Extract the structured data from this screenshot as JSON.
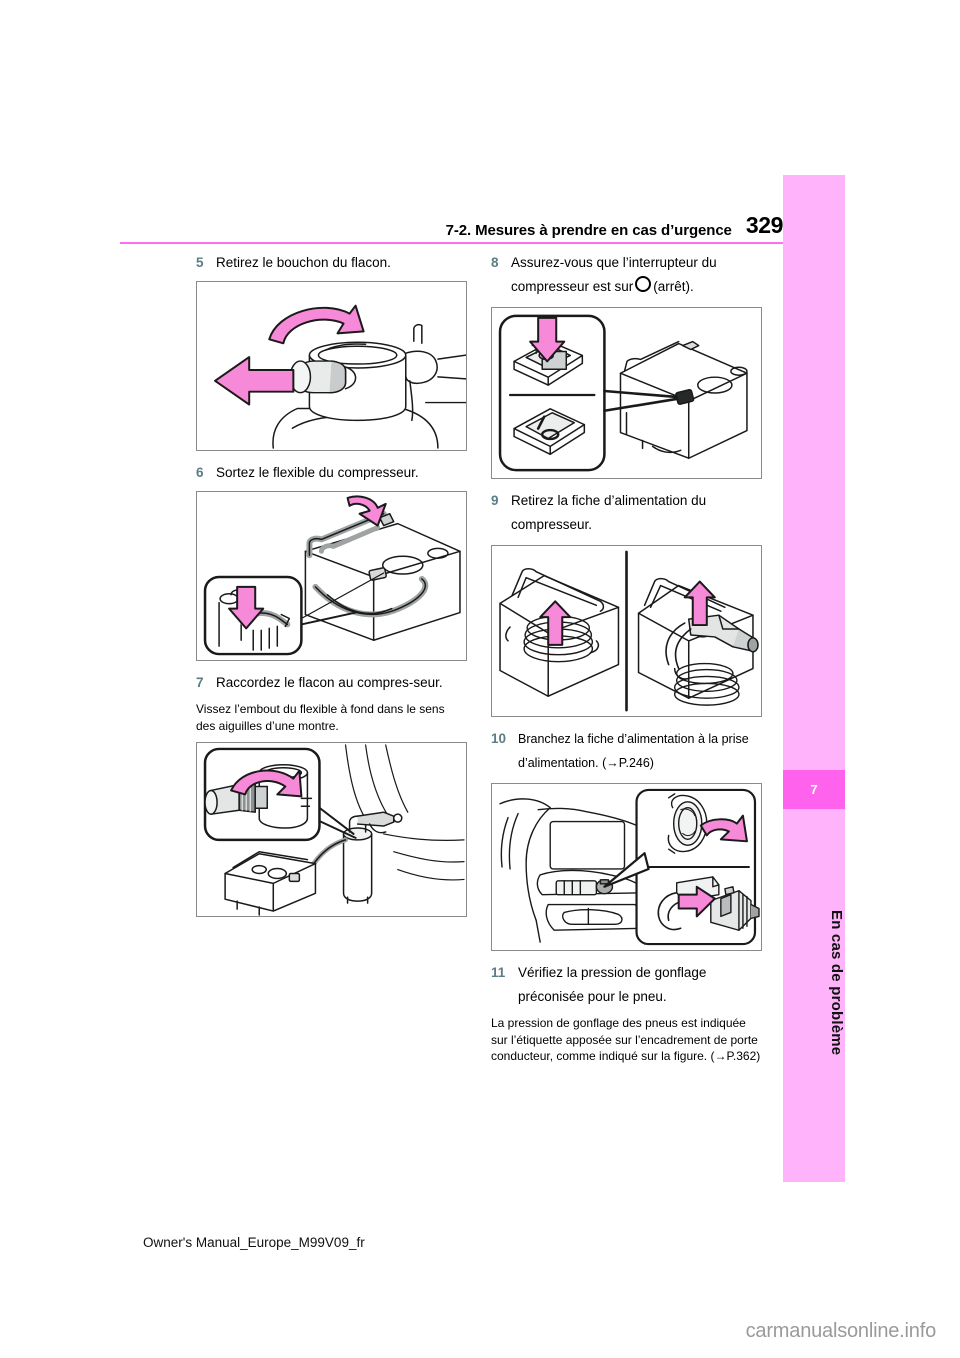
{
  "document": {
    "footer_left": "Owner's Manual_Europe_M99V09_fr",
    "watermark": "carmanualsonline.info"
  },
  "header": {
    "section_title": "7-2. Mesures à prendre en cas d’urgence",
    "page_number": "329",
    "rule_color": "#ff6ef0"
  },
  "sidebar": {
    "chapter_number": "7",
    "chapter_label": "En cas de problème",
    "bar_color": "#ffb3fb",
    "tab_color": "#ff63ee"
  },
  "left_column": {
    "steps": [
      {
        "number": "5",
        "text": "Retirez le bouchon du flacon.",
        "figure": "bottle-cap-removal"
      },
      {
        "number": "6",
        "text": "Sortez le flexible du compresseur.",
        "figure": "compressor-hose-removal"
      },
      {
        "number": "7",
        "text": "Raccordez le flacon au compres-seur.",
        "note": "Vissez l’embout du flexible à fond dans le sens des aiguilles d’une montre.",
        "figure": "bottle-to-compressor-connection"
      }
    ]
  },
  "right_column": {
    "steps": [
      {
        "number": "8",
        "text_before_symbol": "Assurez-vous que l’interrupteur du compresseur est sur",
        "symbol": "power-off-circle-icon",
        "text_after_symbol": "(arrêt).",
        "figure": "compressor-switch-off"
      },
      {
        "number": "9",
        "text": "Retirez la fiche d’alimentation du compresseur.",
        "figure": "power-plug-removal"
      },
      {
        "number": "10",
        "text": "Branchez la fiche d’alimentation à la prise d’alimentation. (→P.246)",
        "figure": "power-outlet-connection"
      },
      {
        "number": "11",
        "text": "Vérifiez la pression de gonflage préconisée pour le pneu.",
        "note": "La pression de gonflage des pneus est indiquée sur l’étiquette apposée sur l’encadrement de porte conducteur, comme indiqué sur la figure. (→P.362)"
      }
    ]
  },
  "colors": {
    "accent_pink": "#f58ad6",
    "line_gray": "#8a8a8a",
    "step_number": "#5b7d84"
  }
}
